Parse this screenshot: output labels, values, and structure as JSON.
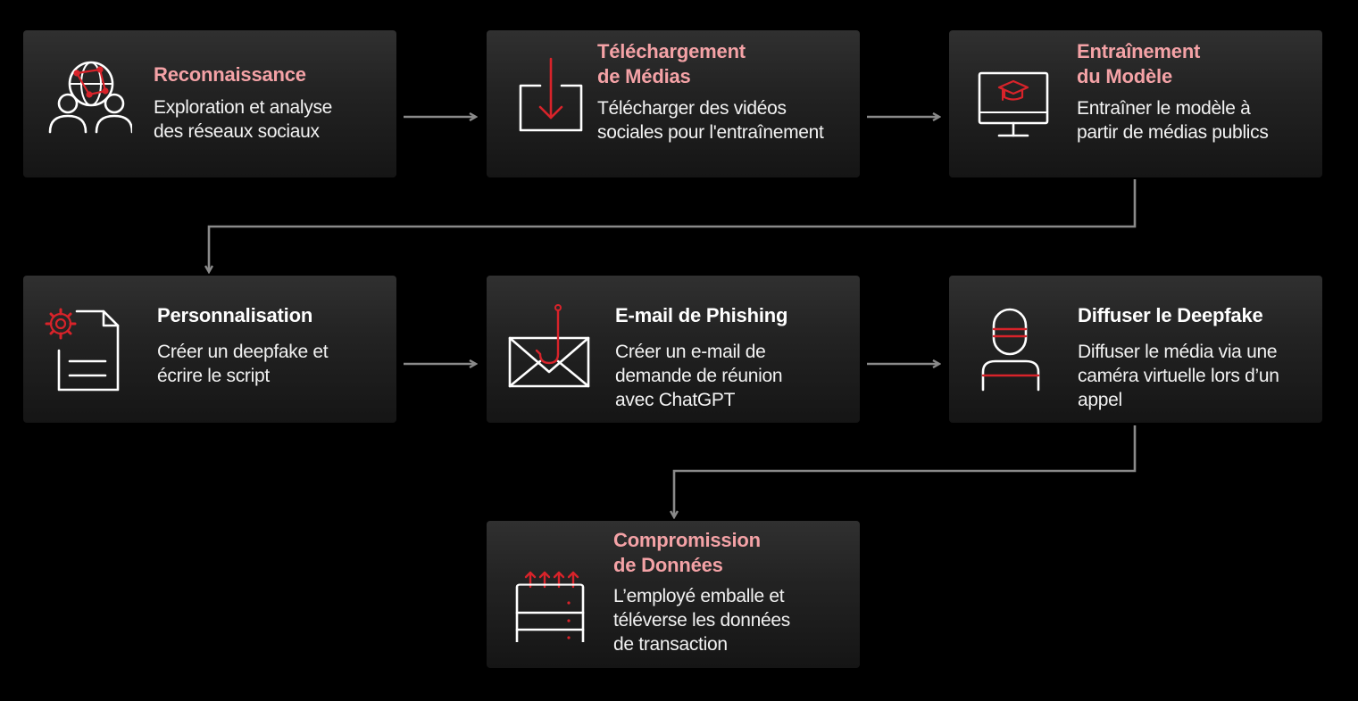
{
  "colors": {
    "background": "#000000",
    "card": "#262626",
    "accent_red": "#d8232a",
    "title_pink": "#f4a2a6",
    "title_white": "#ffffff",
    "connector": "#8a8a8a"
  },
  "steps": [
    {
      "title": "Reconnaissance",
      "description": "Exploration et analyse\ndes réseaux sociaux",
      "icon": "network-people-icon"
    },
    {
      "title": "Téléchargement\nde Médias",
      "description": "Télécharger des vidéos\nsociales pour l'entraînement",
      "icon": "download-icon"
    },
    {
      "title": "Entraînement\ndu Modèle",
      "description": "Entraîner le modèle à\npartir de médias publics",
      "icon": "monitor-graduation-icon"
    },
    {
      "title": "Personnalisation",
      "description": "Créer un deepfake et\nécrire le script",
      "icon": "document-gear-icon"
    },
    {
      "title": "E-mail de Phishing",
      "description": "Créer un e-mail de\ndemande de réunion\navec ChatGPT",
      "icon": "phishing-envelope-icon"
    },
    {
      "title": "Diffuser le Deepfake",
      "description": "Diffuser le média via une\ncaméra virtuelle lors d’un\nappel",
      "icon": "masked-person-icon"
    },
    {
      "title": "Compromission\nde Données",
      "description": "L’employé emballe et\ntéléverse les données\nde transaction",
      "icon": "server-upload-icon"
    }
  ]
}
